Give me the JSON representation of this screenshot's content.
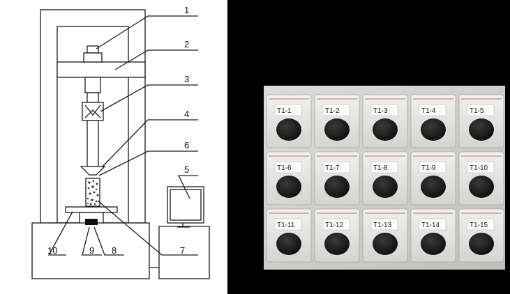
{
  "diagram": {
    "labels": [
      "1",
      "2",
      "3",
      "4",
      "5",
      "6",
      "7",
      "8",
      "9",
      "10"
    ]
  },
  "photo": {
    "samples": [
      [
        "T1-1",
        "T1-2",
        "T1-3",
        "T1-4",
        "T1-5"
      ],
      [
        "T1-6",
        "T1-7",
        "T1-8",
        "T1-9",
        "T1-10"
      ],
      [
        "T1-11",
        "T1-12",
        "T1-13",
        "T1-14",
        "T1-15"
      ]
    ]
  }
}
